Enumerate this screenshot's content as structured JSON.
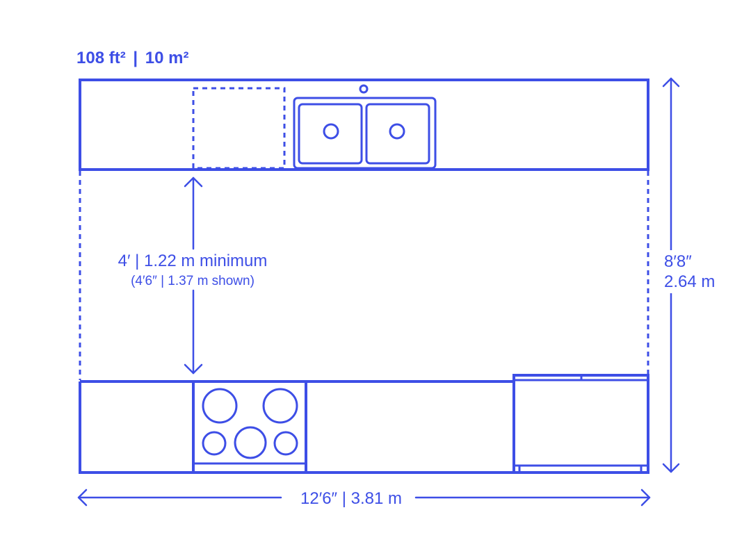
{
  "colors": {
    "line": "#3d4ee6",
    "background": "#ffffff"
  },
  "area": {
    "imperial": "108 ft²",
    "separator": "|",
    "metric": "10 m²"
  },
  "dimensions": {
    "aisle_primary": "4′ | 1.22 m minimum",
    "aisle_secondary": "(4′6″ | 1.37 m shown)",
    "depth_imperial": "8′8″",
    "depth_metric": "2.64 m",
    "width": "12′6″ | 3.81 m"
  },
  "icons": [
    "double-sink-icon",
    "cooktop-icon",
    "dishwasher-icon",
    "faucet-icon"
  ]
}
